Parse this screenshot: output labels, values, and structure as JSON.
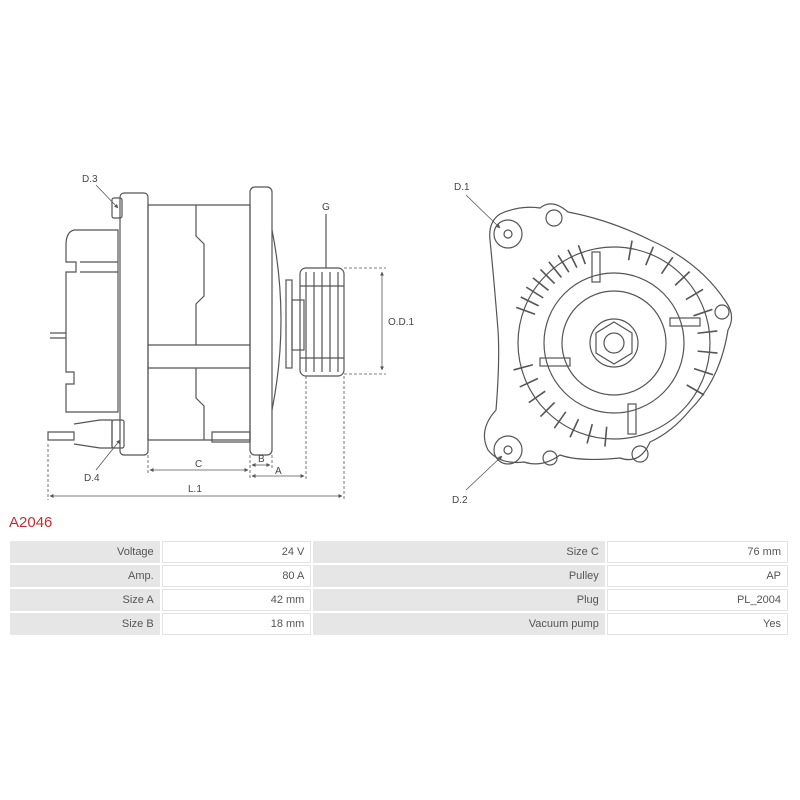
{
  "diagram": {
    "side_view": {
      "labels": {
        "d3": "D.3",
        "d4": "D.4",
        "g": "G",
        "od1": "O.D.1",
        "c": "C",
        "b": "B",
        "a": "A",
        "l1": "L.1"
      }
    },
    "front_view": {
      "labels": {
        "d1": "D.1",
        "d2": "D.2"
      }
    }
  },
  "part_code": "A2046",
  "specs": [
    {
      "left_key": "Voltage",
      "left_value": "24 V",
      "right_key": "Size C",
      "right_value": "76 mm"
    },
    {
      "left_key": "Amp.",
      "left_value": "80 A",
      "right_key": "Pulley",
      "right_value": "AP"
    },
    {
      "left_key": "Size A",
      "left_value": "42 mm",
      "right_key": "Plug",
      "right_value": "PL_2004"
    },
    {
      "left_key": "Size B",
      "left_value": "18 mm",
      "right_key": "Vacuum pump",
      "right_value": "Yes"
    }
  ],
  "colors": {
    "part_code": "#d0282e",
    "line": "#555555",
    "table_key_bg": "#e6e6e6"
  }
}
